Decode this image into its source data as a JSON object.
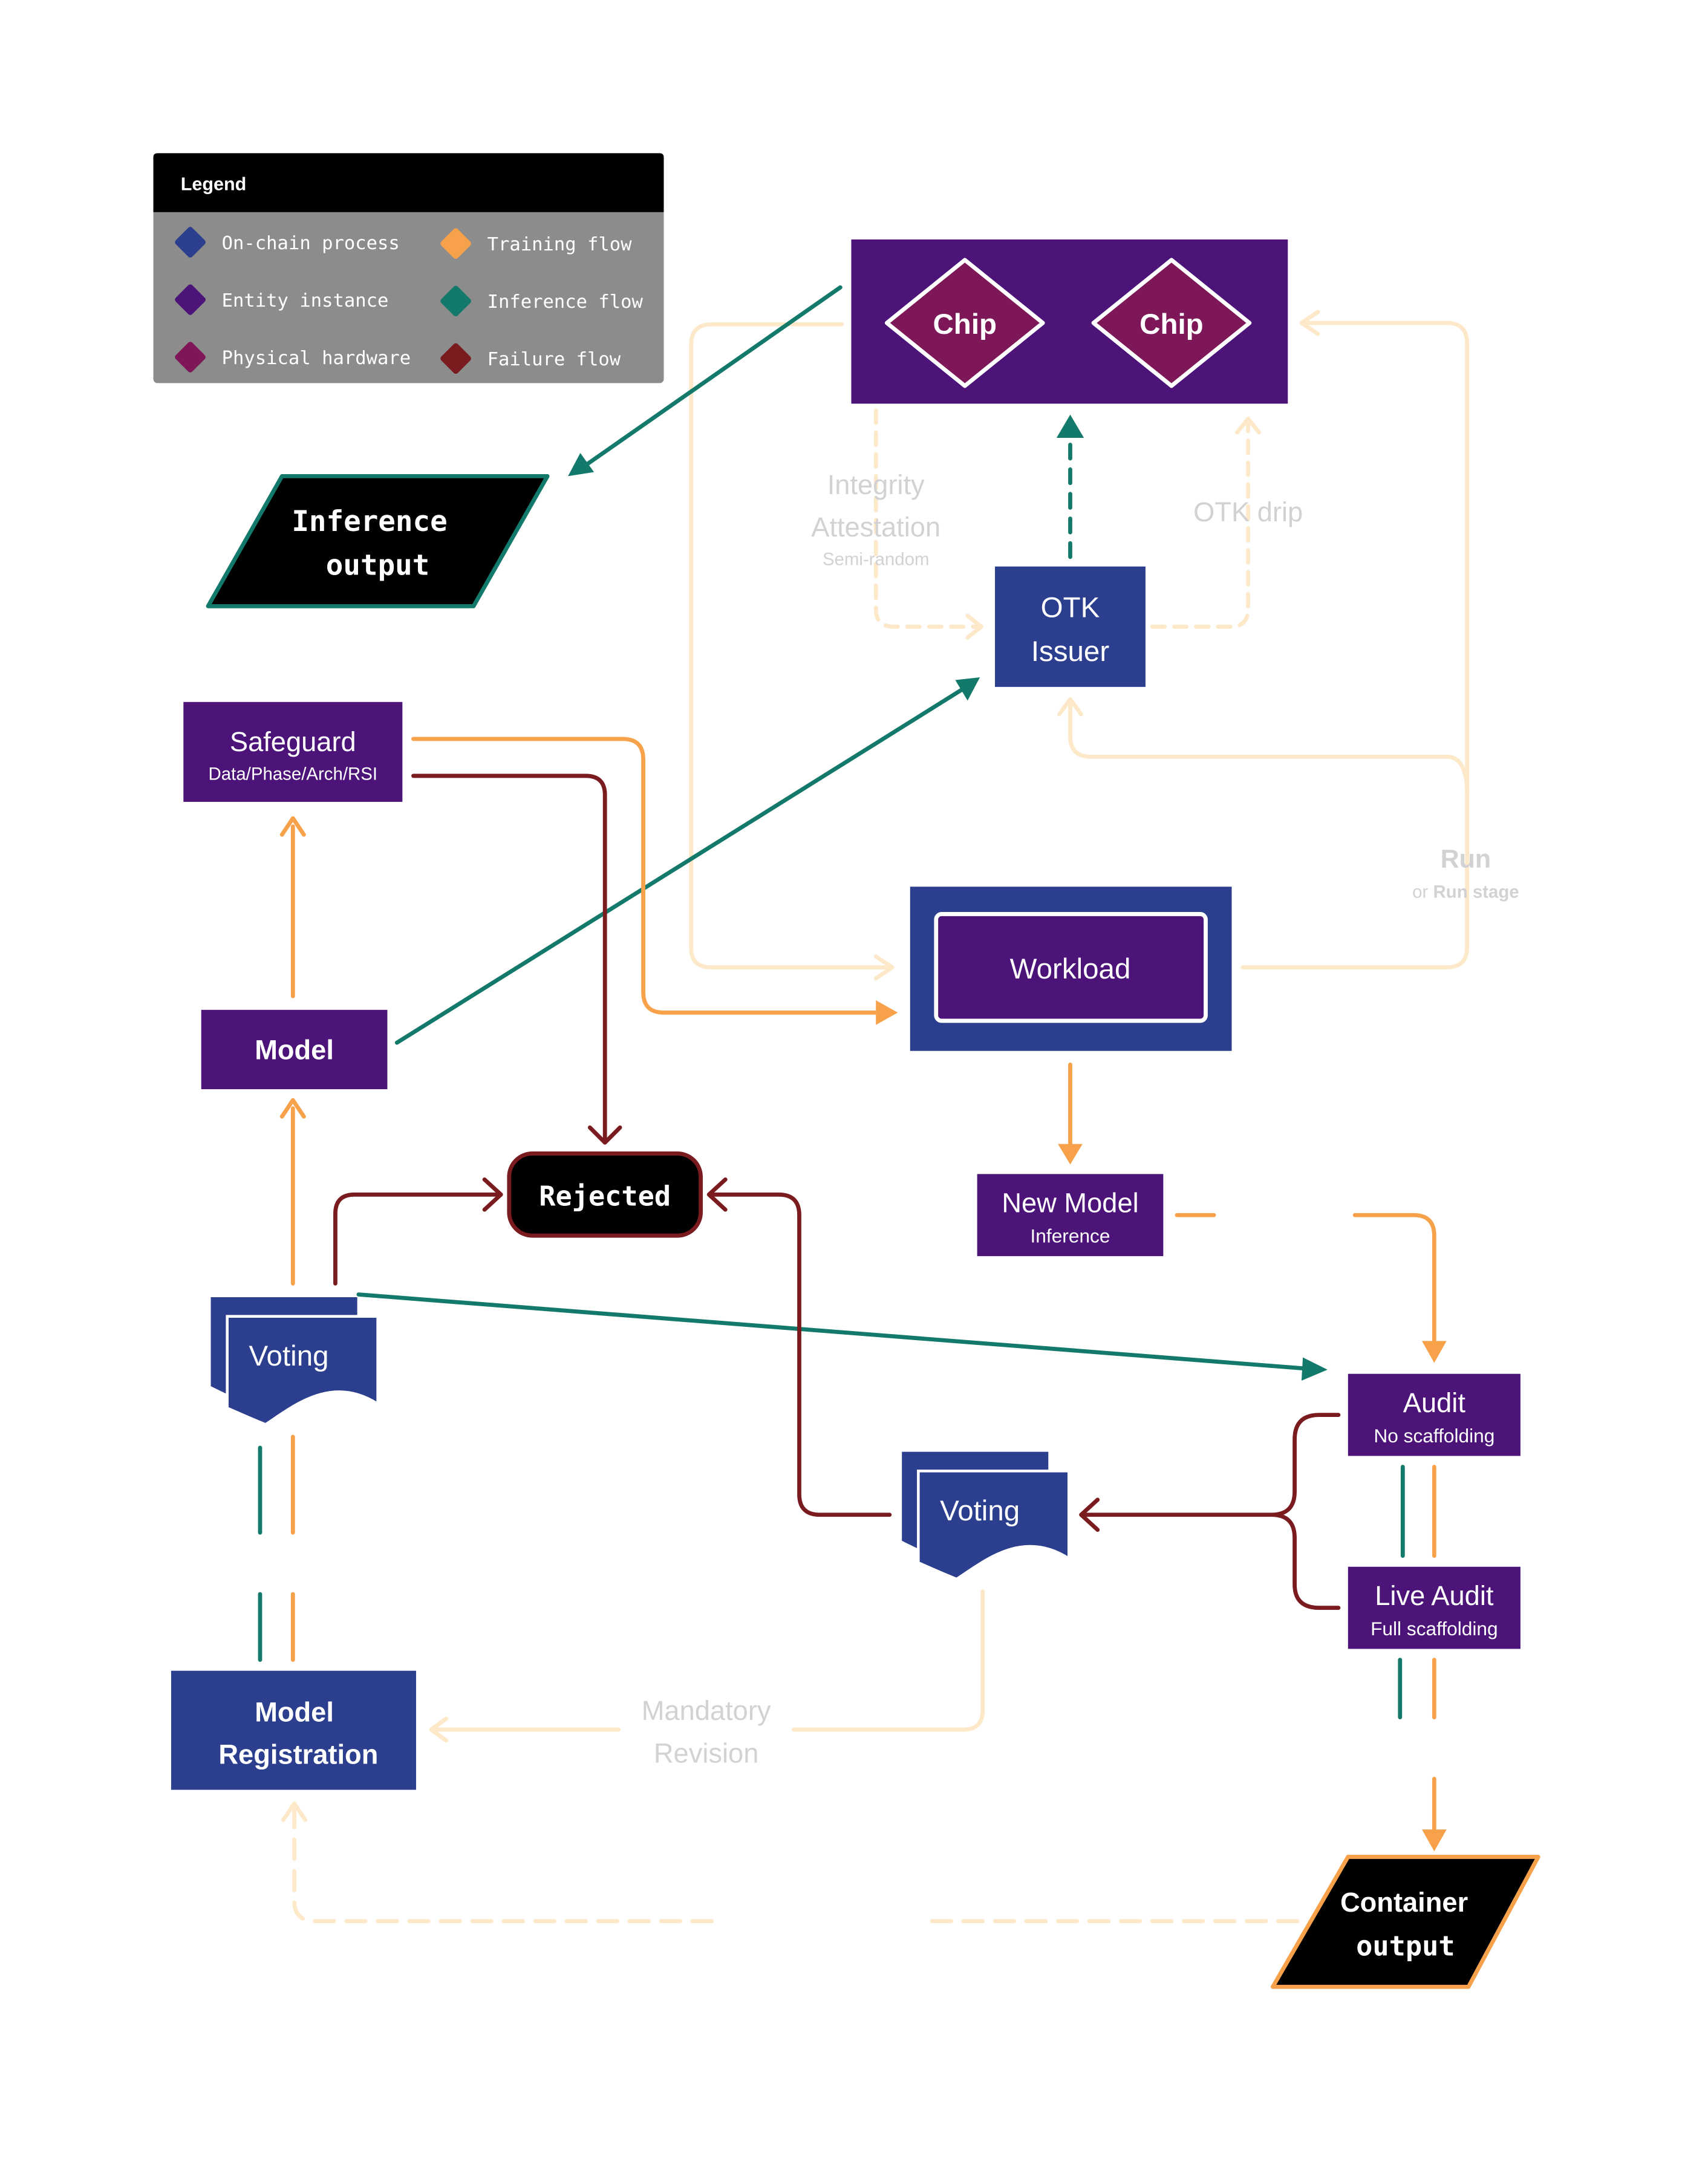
{
  "legend": {
    "title": "Legend",
    "items": [
      {
        "label": "On-chain process",
        "color": "#2B3F8E"
      },
      {
        "label": "Training flow",
        "color": "#F7A24B"
      },
      {
        "label": "Entity instance",
        "color": "#4C1478"
      },
      {
        "label": "Inference flow",
        "color": "#13796B"
      },
      {
        "label": "Physical hardware",
        "color": "#7E1758"
      },
      {
        "label": "Failure flow",
        "color": "#7A1B1F"
      }
    ]
  },
  "colors": {
    "onchain": "#2B3F8E",
    "entity": "#4C1478",
    "hardware": "#7E1758",
    "training": "#F7A24B",
    "training_faded": "#FDE9C9",
    "inference": "#13796B",
    "failure": "#7A1B1F",
    "faded_text": "#D2D2D2"
  },
  "nodes": {
    "chip1": "Chip",
    "chip2": "Chip",
    "inference_output": {
      "line1": "Inference",
      "line2": "output"
    },
    "otk_issuer": {
      "line1": "OTK",
      "line2": "Issuer"
    },
    "safeguard": {
      "title": "Safeguard",
      "subtitle": "Data/Phase/Arch/RSI"
    },
    "model": "Model",
    "workload": "Workload",
    "rejected": "Rejected",
    "new_model": {
      "title": "New Model",
      "subtitle": "Inference"
    },
    "voting_left": "Voting",
    "voting_right": "Voting",
    "audit": {
      "title": "Audit",
      "subtitle": "No scaffolding"
    },
    "live_audit": {
      "title": "Live Audit",
      "subtitle": "Full scaffolding"
    },
    "model_registration": {
      "line1": "Model",
      "line2": "Registration"
    },
    "container_output": {
      "line1": "Container",
      "line2": "output"
    }
  },
  "edge_labels": {
    "integrity": {
      "line1": "Integrity",
      "line2": "Attestation",
      "sub": "Semi-random"
    },
    "otk_drip": "OTK drip",
    "run": {
      "title": "Run",
      "sub_prefix": "or ",
      "sub_bold": "Run stage"
    },
    "mandatory": {
      "line1": "Mandatory",
      "line2": "Revision"
    }
  }
}
